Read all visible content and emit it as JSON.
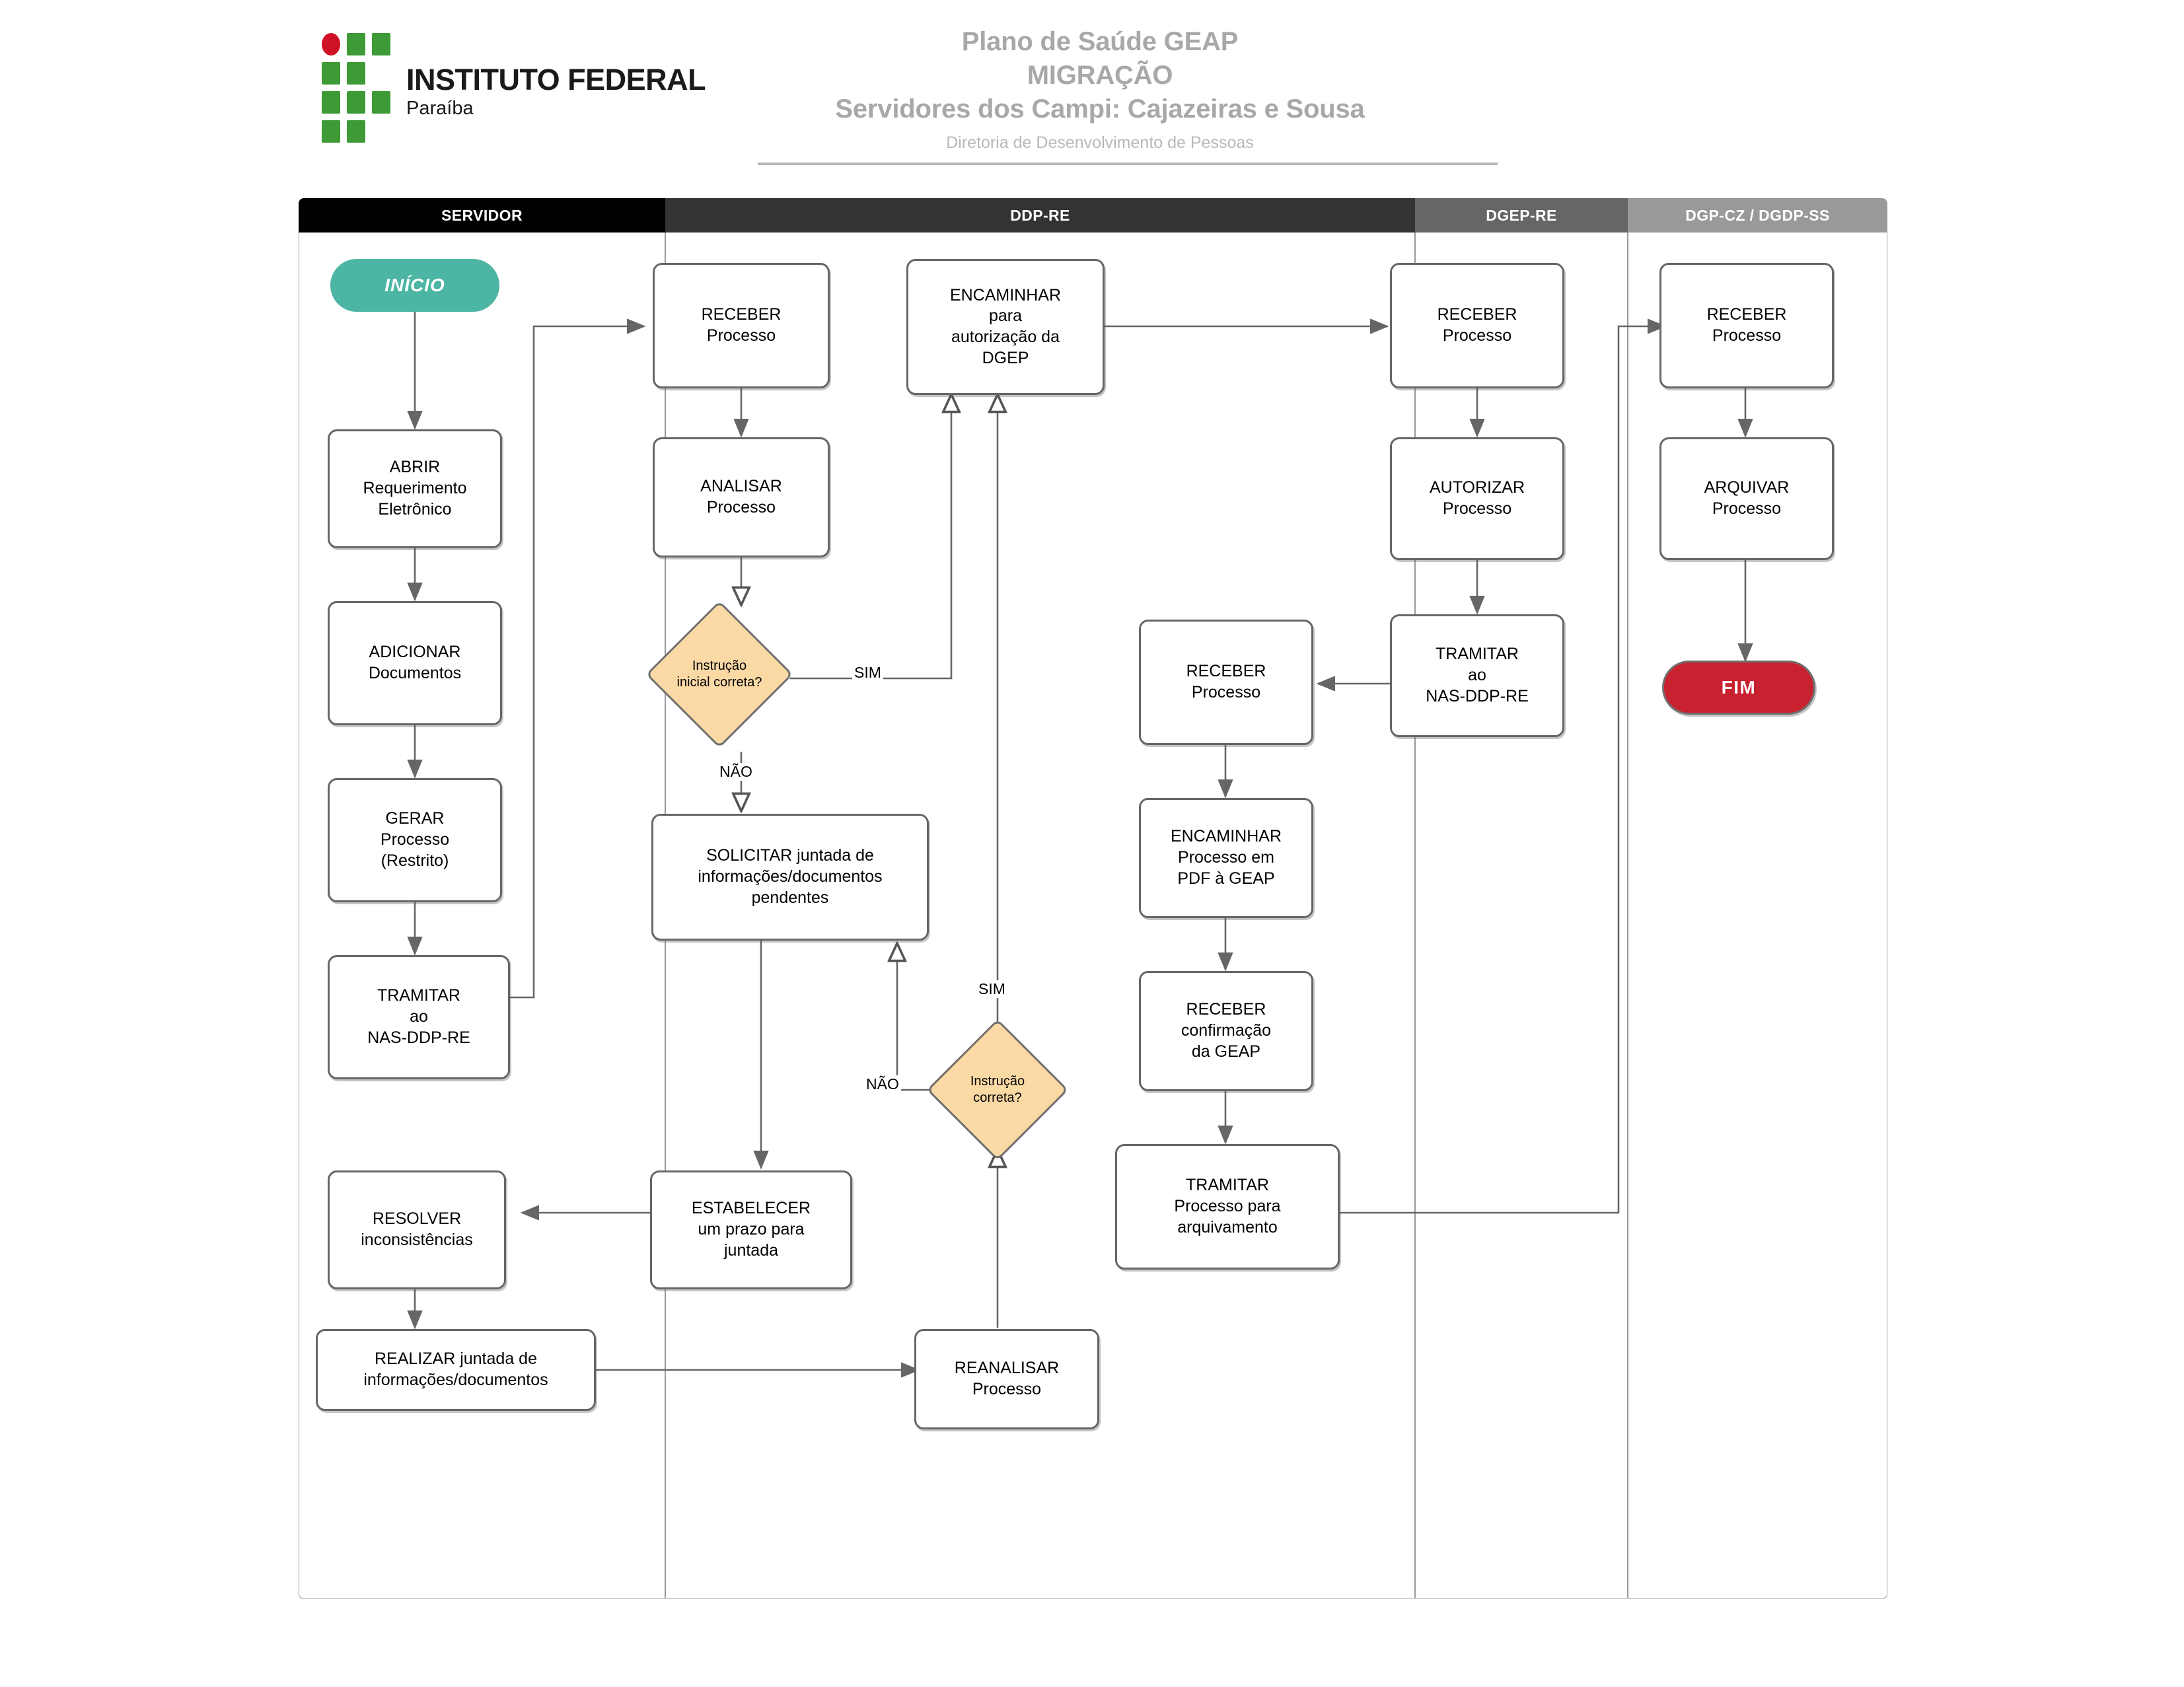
{
  "header": {
    "logo": {
      "institution": "INSTITUTO FEDERAL",
      "state": "Paraíba",
      "icon": "if-logo-icon"
    },
    "title_line1": "Plano de Saúde GEAP",
    "title_line2": "MIGRAÇÃO",
    "title_line3": "Servidores dos Campi: Cajazeiras e Sousa",
    "subtitle": "Diretoria de Desenvolvimento de Pessoas"
  },
  "colors": {
    "lane_servidor": "#000000",
    "lane_ddpre": "#333333",
    "lane_dgepre": "#666666",
    "lane_dgpcz": "#999999",
    "start_fill": "#4cb5a3",
    "end_fill": "#c8212f",
    "decision_fill": "#fbd9a5",
    "node_border": "#666666",
    "connector": "#666666",
    "title_gray": "#a8a8a8"
  },
  "lanes": [
    {
      "id": "servidor",
      "label": "SERVIDOR"
    },
    {
      "id": "ddp-re",
      "label": "DDP-RE"
    },
    {
      "id": "dgep-re",
      "label": "DGEP-RE"
    },
    {
      "id": "dgp-cz-dgdp-ss",
      "label": "DGP-CZ / DGDP-SS"
    }
  ],
  "nodes": {
    "inicio": "INÍCIO",
    "abrir": "ABRIR\nRequerimento\nEletrônico",
    "adicionar": "ADICIONAR\nDocumentos",
    "gerar": "GERAR\nProcesso\n(Restrito)",
    "tramitar_nas": "TRAMITAR\nao\nNAS-DDP-RE",
    "resolver": "RESOLVER\ninconsistências",
    "realizar": "REALIZAR  juntada de\ninformações/documentos",
    "receber_ddp": "RECEBER\nProcesso",
    "analisar": "ANALISAR\nProcesso",
    "decisao1": "Instrução\ninicial correta?",
    "solicitar": "SOLICITAR juntada de\ninformações/documentos\npendentes",
    "estabelecer": "ESTABELECER\num prazo para\njuntada",
    "decisao2": "Instrução\ncorreta?",
    "reanalisar": "REANALISAR\nProcesso",
    "encaminhar_dgep": "ENCAMINHAR\npara\nautorização da\nDGEP",
    "receber_nas": "RECEBER\nProcesso",
    "encaminhar_pdf": "ENCAMINHAR\nProcesso em\nPDF à GEAP",
    "receber_conf": "RECEBER\nconfirmação\nda GEAP",
    "tramitar_arq": "TRAMITAR\nProcesso para\narquivamento",
    "receber_dgep": "RECEBER\nProcesso",
    "autorizar": "AUTORIZAR\nProcesso",
    "tramitar_nas2": "TRAMITAR\nao\nNAS-DDP-RE",
    "receber_dgpcz": "RECEBER\nProcesso",
    "arquivar": "ARQUIVAR\nProcesso",
    "fim": "FIM"
  },
  "edge_labels": {
    "sim1": "SIM",
    "nao1": "NÃO",
    "sim2": "SIM",
    "nao2": "NÃO"
  }
}
